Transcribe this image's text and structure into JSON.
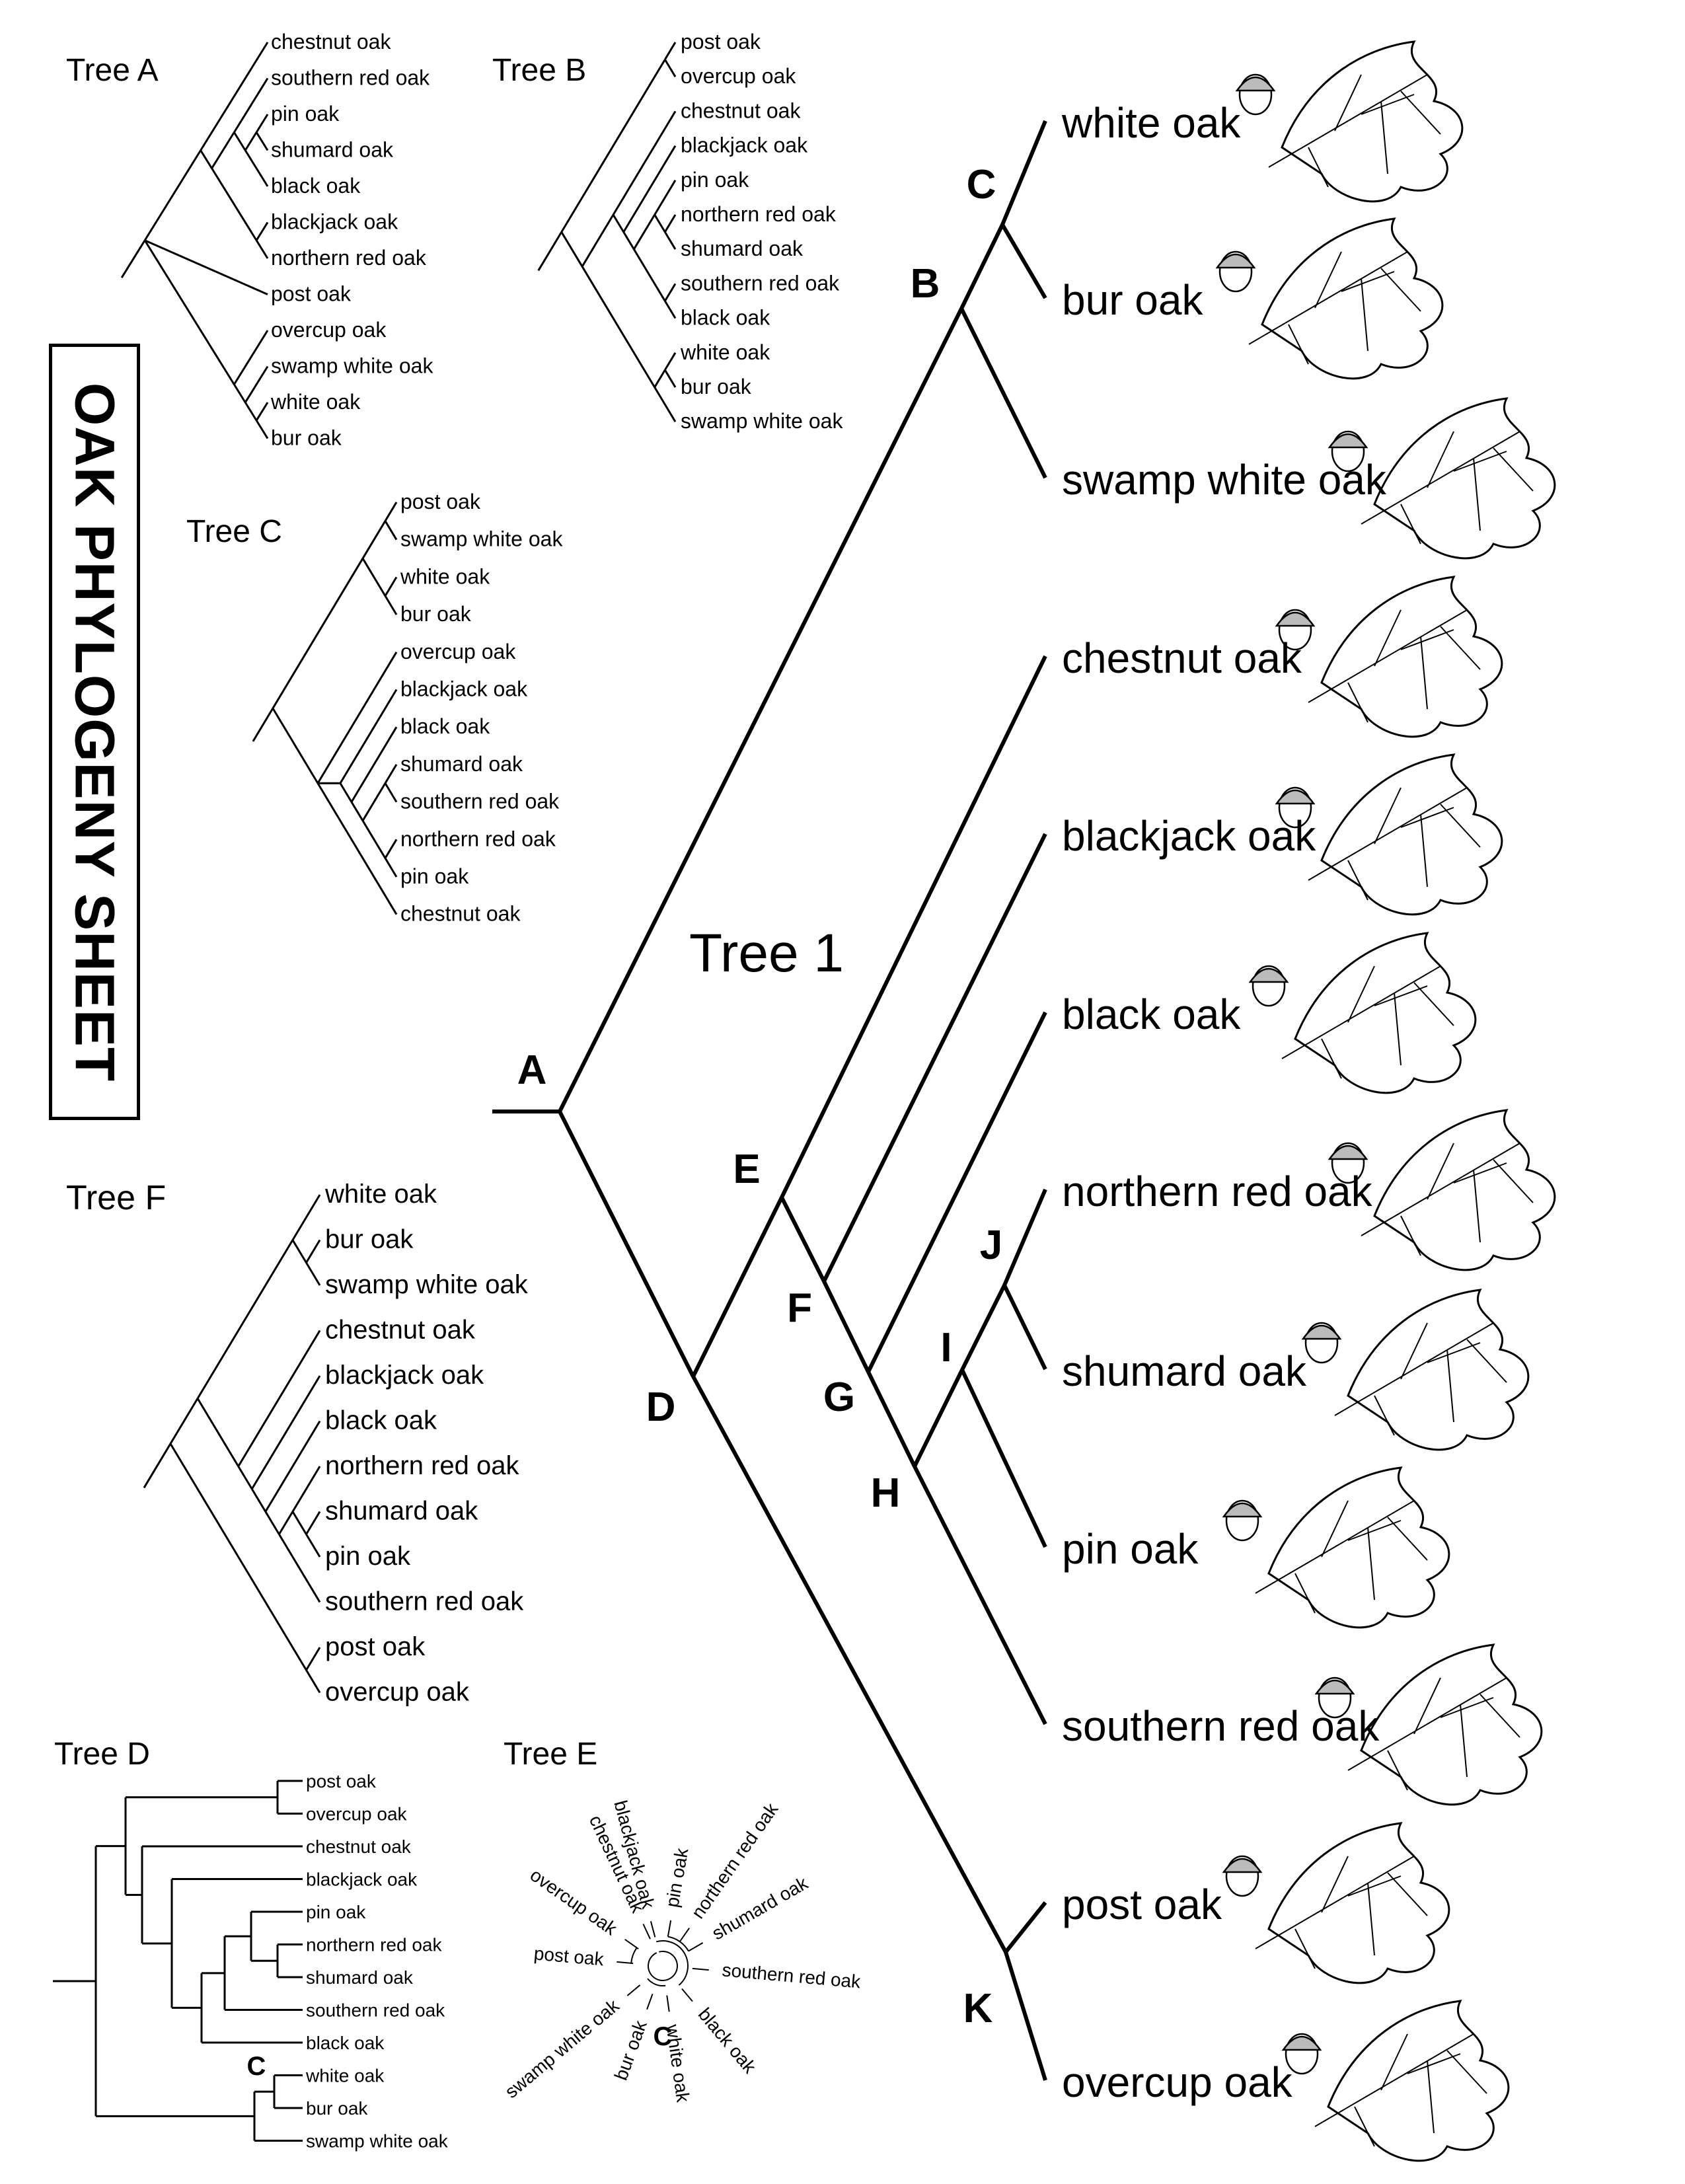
{
  "sheet_title": "OAK PHYLOGENY SHEET",
  "tree_a": {
    "label": "Tree A",
    "leaves": [
      "chestnut oak",
      "southern red oak",
      "pin oak",
      "shumard oak",
      "black oak",
      "blackjack oak",
      "northern red oak",
      "post oak",
      "overcup oak",
      "swamp white oak",
      "white oak",
      "bur oak"
    ]
  },
  "tree_b": {
    "label": "Tree B",
    "leaves": [
      "post oak",
      "overcup oak",
      "chestnut oak",
      "blackjack oak",
      "pin oak",
      "northern red oak",
      "shumard oak",
      "southern red oak",
      "black oak",
      "white oak",
      "bur oak",
      "swamp white oak"
    ]
  },
  "tree_c": {
    "label": "Tree C",
    "leaves": [
      "post oak",
      "swamp white oak",
      "white oak",
      "bur oak",
      "overcup oak",
      "blackjack oak",
      "black oak",
      "shumard oak",
      "southern red oak",
      "northern red oak",
      "pin oak",
      "chestnut oak"
    ]
  },
  "tree_f": {
    "label": "Tree F",
    "leaves": [
      "white oak",
      "bur oak",
      "swamp white oak",
      "chestnut oak",
      "blackjack oak",
      "black oak",
      "northern red oak",
      "shumard oak",
      "pin oak",
      "southern red oak",
      "post oak",
      "overcup oak"
    ]
  },
  "tree_d": {
    "label": "Tree D",
    "node_label": "C",
    "leaves": [
      "post oak",
      "overcup oak",
      "chestnut oak",
      "blackjack oak",
      "pin oak",
      "northern red oak",
      "shumard oak",
      "southern red oak",
      "black oak",
      "white oak",
      "bur oak",
      "swamp white oak"
    ]
  },
  "tree_e": {
    "label": "Tree E",
    "node_label": "C",
    "leaves": [
      "blackjack oak",
      "pin oak",
      "northern red oak",
      "shumard oak",
      "southern red oak",
      "black oak",
      "white oak",
      "bur oak",
      "swamp white oak",
      "post oak",
      "overcup oak",
      "chestnut oak"
    ]
  },
  "tree_1": {
    "label": "Tree 1",
    "leaves": [
      "white oak",
      "bur oak",
      "swamp white oak",
      "chestnut oak",
      "blackjack oak",
      "black oak",
      "northern red oak",
      "shumard oak",
      "pin oak",
      "southern red oak",
      "post oak",
      "overcup oak"
    ],
    "nodes": {
      "A": "A",
      "B": "B",
      "C": "C",
      "D": "D",
      "E": "E",
      "F": "F",
      "G": "G",
      "H": "H",
      "I": "I",
      "J": "J",
      "K": "K"
    }
  },
  "icons": [
    "oak-leaf-and-acorn-illustration"
  ]
}
